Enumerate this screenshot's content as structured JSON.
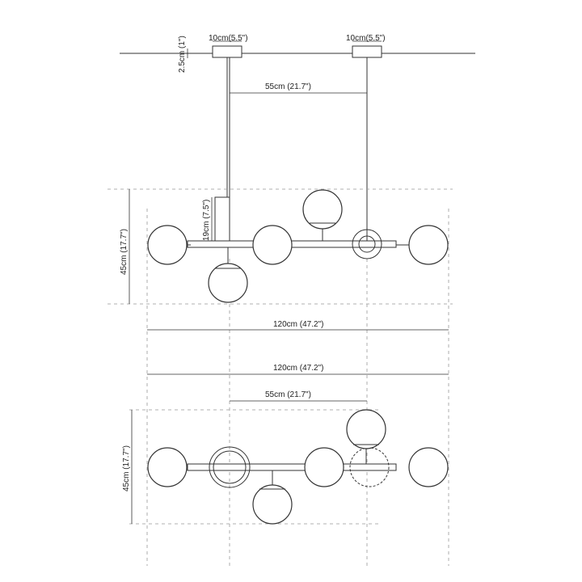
{
  "labels": {
    "canopy_width_left": "10cm(5.5\")",
    "canopy_width_right": "10cm(5.5\")",
    "canopy_height": "2.5cm (1\")",
    "suspension_spacing": "55cm (21.7\")",
    "stem_height": "19cm (7.5\")",
    "front_height": "45cm (17.7\")",
    "front_width": "120cm (47.2\")",
    "top_width": "120cm (47.2\")",
    "top_spacing": "55cm (21.7\")",
    "top_depth": "45cm (17.7\")"
  },
  "colors": {
    "ink": "#333333",
    "guide": "#999999"
  }
}
